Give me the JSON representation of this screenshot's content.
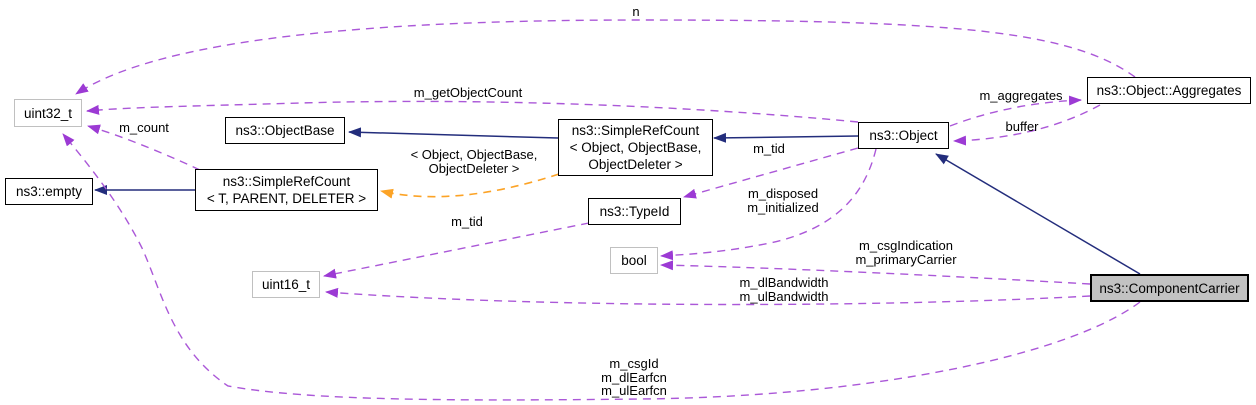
{
  "diagram_type": "collaboration-graph",
  "colors": {
    "background": "#ffffff",
    "inheritance_edge": "#232d7c",
    "usage_edge": "#ab58d8",
    "usage_arrow": "#9c3ad4",
    "template_edge": "#fca326",
    "node_border": "#000000",
    "undocumented_node_border": "#c0c0c0",
    "focus_node_fill": "#c2c2c2"
  },
  "nodes": {
    "uint32": {
      "label": "uint32_t"
    },
    "objectbase": {
      "label": "ns3::ObjectBase"
    },
    "empty": {
      "label": "ns3::empty"
    },
    "simplerefcount_t": {
      "label": "ns3::SimpleRefCount\n< T, PARENT, DELETER >"
    },
    "simplerefcount_obj": {
      "label": "ns3::SimpleRefCount\n< Object, ObjectBase,\nObjectDeleter >"
    },
    "typeid": {
      "label": "ns3::TypeId"
    },
    "bool": {
      "label": "bool"
    },
    "uint16": {
      "label": "uint16_t"
    },
    "object": {
      "label": "ns3::Object"
    },
    "aggregates": {
      "label": "ns3::Object::Aggregates"
    },
    "componentcarrier": {
      "label": "ns3::ComponentCarrier"
    }
  },
  "edge_labels": {
    "n": "n",
    "m_getObjectCount": "m_getObjectCount",
    "m_aggregates": "m_aggregates",
    "buffer": "buffer",
    "m_count": "m_count",
    "template_args": "< Object, ObjectBase,\nObjectDeleter >",
    "m_tid_object": "m_tid",
    "m_tid_typeid": "m_tid",
    "m_disposed_initialized": "m_disposed\nm_initialized",
    "m_csgIndication_primaryCarrier": "m_csgIndication\nm_primaryCarrier",
    "m_dlBandwidth_ulBandwidth": "m_dlBandwidth\nm_ulBandwidth",
    "m_csgId_earfcn": "m_csgId\nm_dlEarfcn\nm_ulEarfcn"
  }
}
